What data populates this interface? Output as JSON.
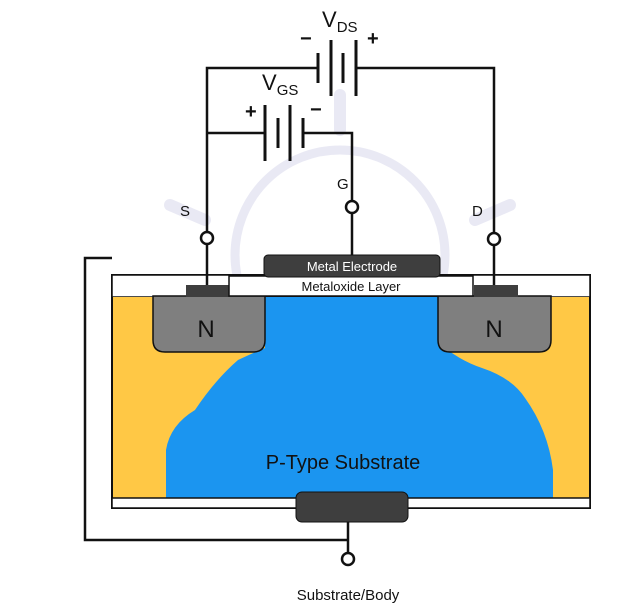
{
  "colors": {
    "background": "#ffffff",
    "wire": "#111111",
    "n_region": "#7f7f7f",
    "depletion": "#ffc845",
    "channel_substrate": "#1b95f0",
    "electrode": "#3e3e3e",
    "oxide": "#ffffff",
    "watermark": "#d8d8ec"
  },
  "labels": {
    "vds_main": "V",
    "vds_sub": "DS",
    "vgs_main": "V",
    "vgs_sub": "GS",
    "vds_minus": "−",
    "vds_plus": "+",
    "vgs_plus": "+",
    "vgs_minus": "−",
    "source": "S",
    "gate": "G",
    "drain": "D",
    "metal_electrode": "Metal Electrode",
    "metaloxide_layer": "Metaloxide Layer",
    "n_left": "N",
    "n_right": "N",
    "substrate": "P-Type Substrate",
    "body": "Substrate/Body"
  },
  "icons": {
    "watermark": "lightbulb-icon"
  }
}
